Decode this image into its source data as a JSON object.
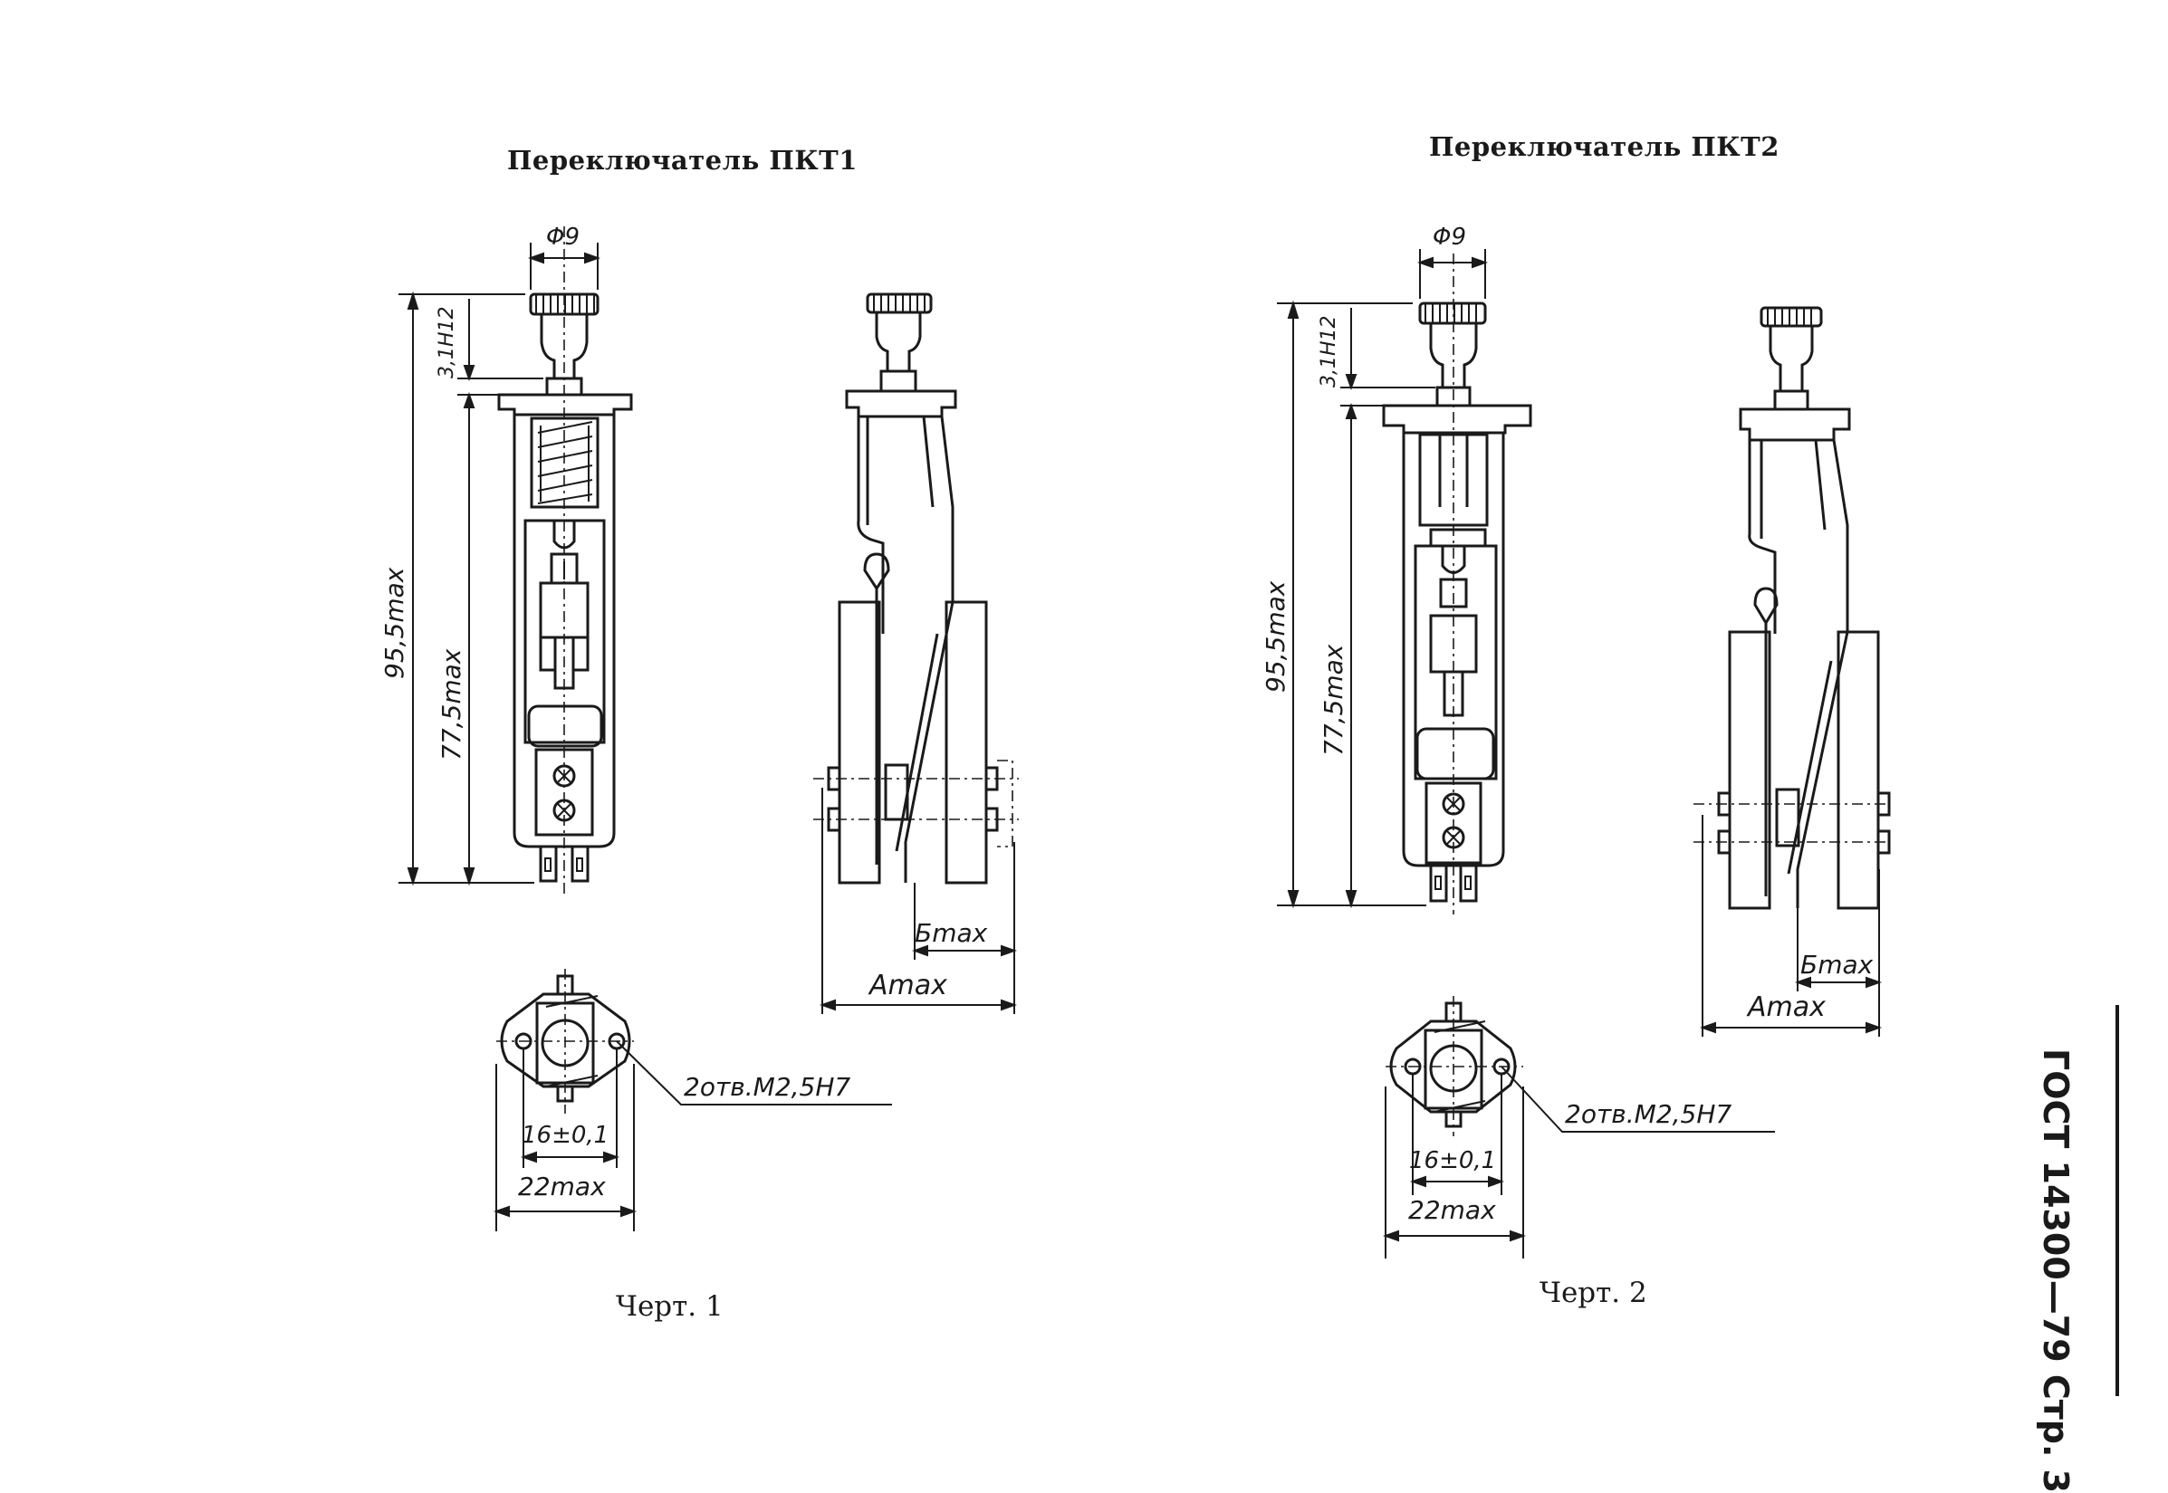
{
  "titles": {
    "left": "Переключатель ПКТ1",
    "right": "Переключатель ПКТ2"
  },
  "captions": {
    "left": "Черт. 1",
    "right": "Черт. 2"
  },
  "side_header": "ГОСТ 14300—79 Стр. 3",
  "drawing1": {
    "diameter": "Φ9",
    "tolerance": "3,1H12",
    "height_total": "95,5max",
    "height_body": "77,5max",
    "dim_b": "Бmax",
    "dim_a": "Amax",
    "holes": "2отв.M2,5H7",
    "spacing": "16±0,1",
    "width": "22max"
  },
  "drawing2": {
    "diameter": "Φ9",
    "tolerance": "3,1H12",
    "height_total": "95,5max",
    "height_body": "77,5max",
    "dim_b": "Бmax",
    "dim_a": "Amax",
    "holes": "2отв.M2,5H7",
    "spacing": "16±0,1",
    "width": "22max"
  }
}
